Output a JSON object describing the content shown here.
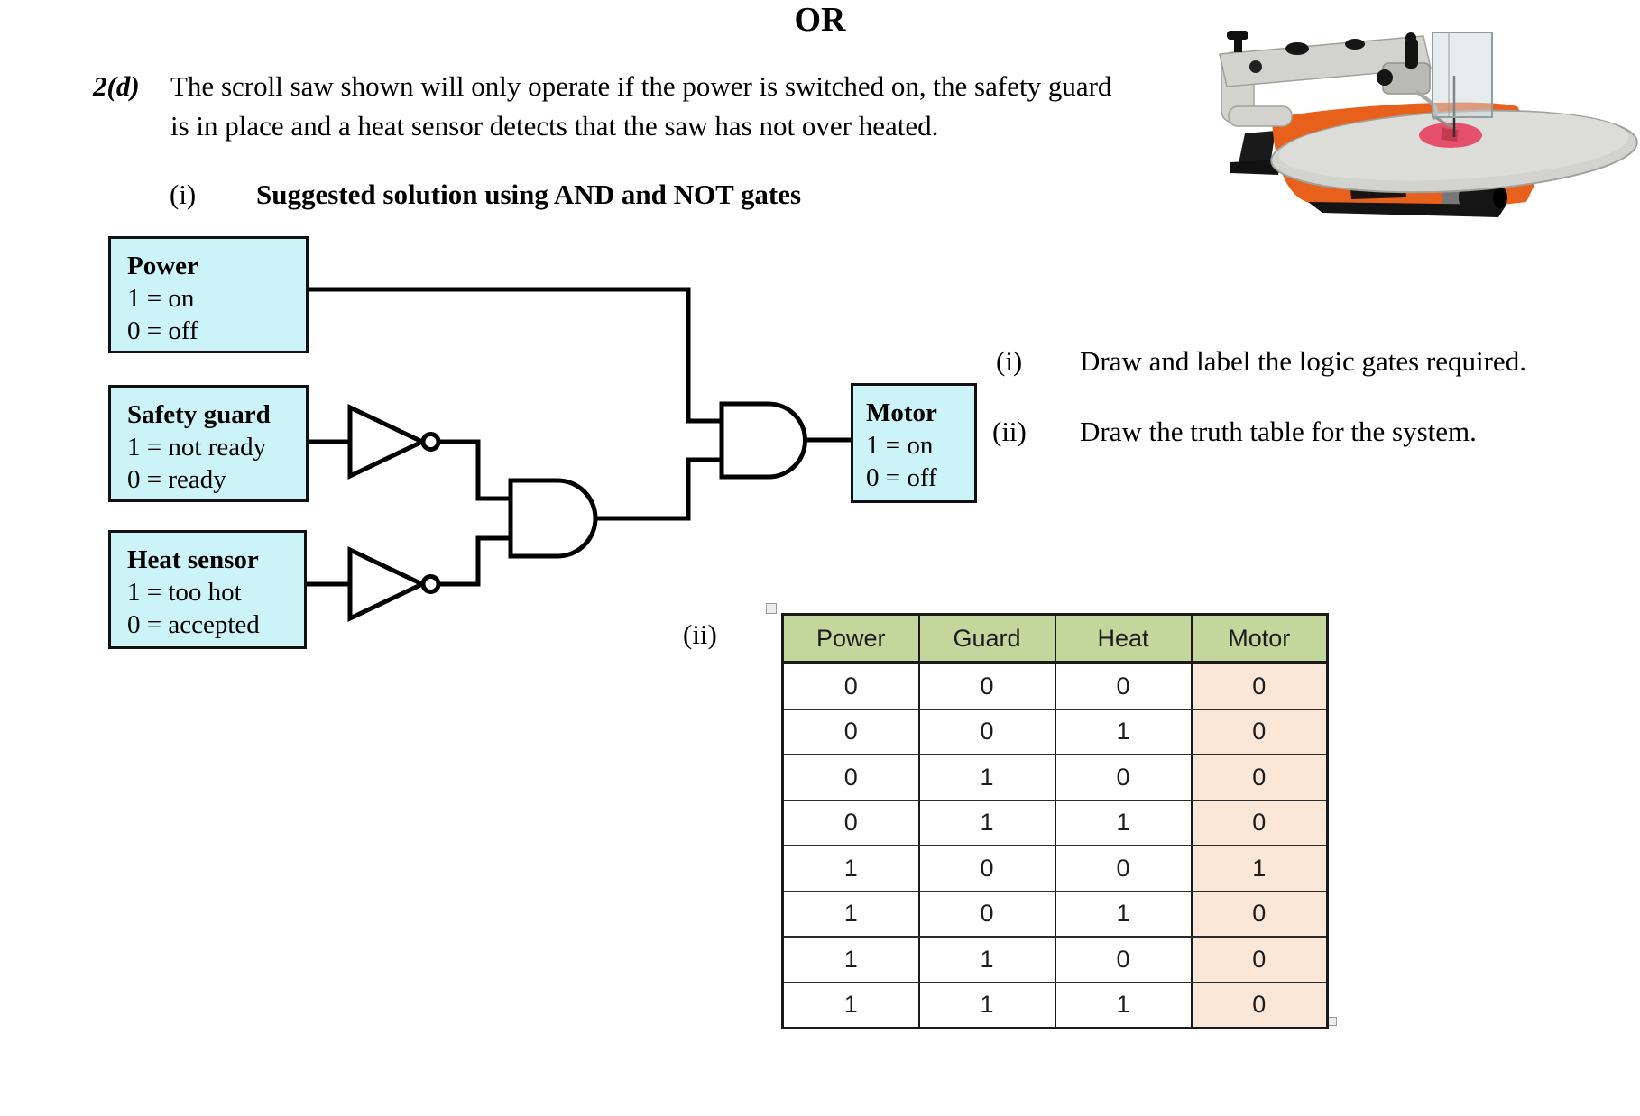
{
  "title": "OR",
  "question": {
    "number": "2(d)",
    "line1": "The scroll saw shown will only operate if the power is switched on, the safety guard",
    "line2": "is in place and a heat sensor detects that the saw has not over heated."
  },
  "solution_heading": {
    "numeral": "(i)",
    "text": "Suggested solution using AND and NOT gates"
  },
  "side_tasks": [
    {
      "numeral": "(i)",
      "text": "Draw and label the logic gates required."
    },
    {
      "numeral": "(ii)",
      "text": "Draw the truth table for the system."
    }
  ],
  "circuit": {
    "boxes": {
      "power": {
        "title": "Power",
        "line1": "1 = on",
        "line2": "0 = off"
      },
      "safety_guard": {
        "title": "Safety guard",
        "line1": "1 = not ready",
        "line2": "0 = ready"
      },
      "heat_sensor": {
        "title": "Heat sensor",
        "line1": "1 = too hot",
        "line2": "0 = accepted"
      },
      "motor": {
        "title": "Motor",
        "line1": "1 = on",
        "line2": "0 = off"
      }
    },
    "gates": [
      "NOT",
      "NOT",
      "AND",
      "AND"
    ],
    "colors": {
      "box_fill": "#ccf3f8",
      "box_border": "#111111",
      "wire": "#000000"
    }
  },
  "truth_table": {
    "label": "(ii)",
    "columns": [
      "Power",
      "Guard",
      "Heat",
      "Motor"
    ],
    "rows": [
      [
        "0",
        "0",
        "0",
        "0"
      ],
      [
        "0",
        "0",
        "1",
        "0"
      ],
      [
        "0",
        "1",
        "0",
        "0"
      ],
      [
        "0",
        "1",
        "1",
        "0"
      ],
      [
        "1",
        "0",
        "0",
        "1"
      ],
      [
        "1",
        "0",
        "1",
        "0"
      ],
      [
        "1",
        "1",
        "0",
        "0"
      ],
      [
        "1",
        "1",
        "1",
        "0"
      ]
    ],
    "colors": {
      "header_bg": "#c3d69b",
      "motor_bg": "#fbe7d7",
      "grid": "#1a1a1a"
    }
  },
  "photo": {
    "name": "scroll-saw-photo",
    "colors": {
      "body": "#e8611c",
      "metal": "#d2d3cf",
      "metal_edge": "#9fa19c",
      "insert": "#e5506b",
      "dark": "#1a1a1a"
    }
  }
}
